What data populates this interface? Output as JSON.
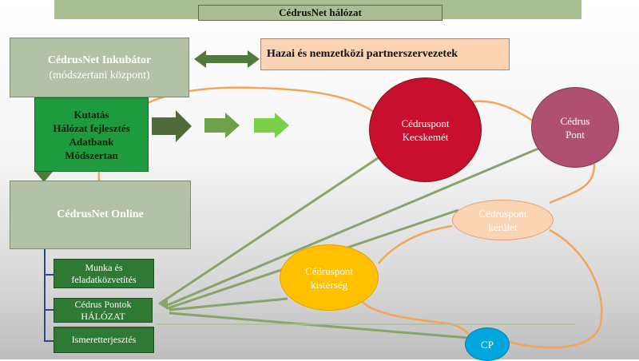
{
  "title": "CédrusNet hálózat",
  "incubator": {
    "name": "CédrusNet Inkubátor",
    "sub": "(módszertani központ)"
  },
  "partners": "Hazai és nemzetközi partnerszervezetek",
  "functions": [
    "Kutatás",
    "Hálózat fejlesztés",
    "Adatbank",
    "Módszertan"
  ],
  "online": "CédrusNet  Online",
  "services": {
    "munka": [
      "Munka és",
      "feladatközvetítés"
    ],
    "pontok": [
      "Cédrus  Pontok",
      "HÁLÓZAT"
    ],
    "ismeret": "Ismeretterjesztés"
  },
  "nodes": {
    "kecskemet": [
      "Cédruspont",
      "Kecskemét"
    ],
    "pont": [
      "Cédrus",
      "Pont"
    ],
    "kerulet": [
      "Cédruspont",
      "kerület"
    ],
    "kisterseg": [
      "Cédruspont",
      "kistérség"
    ],
    "cp": "CP"
  },
  "colors": {
    "title_bar": "#a9bf93",
    "gray_box": "#b3c2a6",
    "partner_box": "#fbd4b4",
    "research_box": "#1e9b3e",
    "service_box": "#2e7a34",
    "kecskemet": "#c8102e",
    "pont": "#b05070",
    "kerulet": "#fbd4b4",
    "kisterseg": "#ffc000",
    "cp": "#00a6dd",
    "connector_orange": "#f4a460",
    "connector_green": "#8aa36b"
  }
}
